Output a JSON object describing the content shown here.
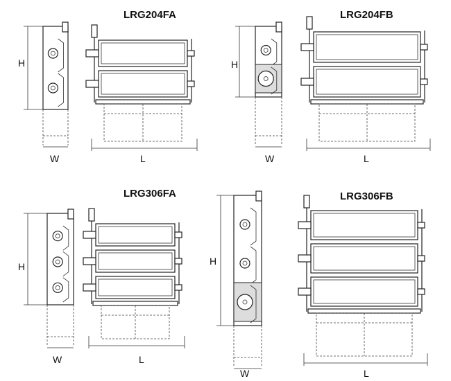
{
  "models": [
    {
      "title": "LRG204FA",
      "h_label": "H",
      "w_label": "W",
      "l_label": "L"
    },
    {
      "title": "LRG204FB",
      "h_label": "H",
      "w_label": "W",
      "l_label": "L"
    },
    {
      "title": "LRG306FA",
      "h_label": "H",
      "w_label": "W",
      "l_label": "L"
    },
    {
      "title": "LRG306FB",
      "h_label": "H",
      "w_label": "W",
      "l_label": "L"
    }
  ]
}
